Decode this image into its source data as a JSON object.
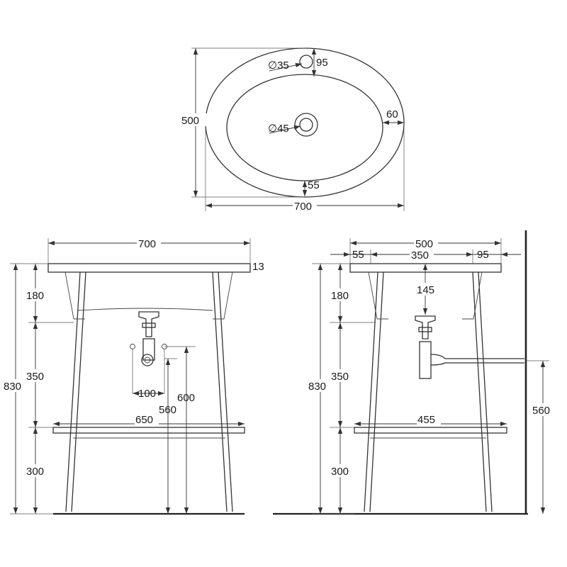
{
  "top_view": {
    "drain_diameter": "∅35",
    "tap_offset": "95",
    "overall_depth": "500",
    "side_rim": "60",
    "waste_diameter": "∅45",
    "front_rim": "55",
    "overall_width": "700"
  },
  "front_view": {
    "width": "700",
    "top_thickness": "13",
    "total_height": "830",
    "upper_height": "180",
    "middle_height": "350",
    "lower_height": "300",
    "pipe_spacing": "100",
    "pipe_height_1": "600",
    "pipe_height_2": "560",
    "shelf_width": "650"
  },
  "side_view": {
    "depth": "500",
    "front_rim": "55",
    "bowl_depth": "350",
    "back_rim": "95",
    "bowl_drop": "145",
    "total_height": "830",
    "upper_height": "180",
    "middle_height": "350",
    "lower_height": "300",
    "shelf_width": "455",
    "outlet_height": "560"
  }
}
